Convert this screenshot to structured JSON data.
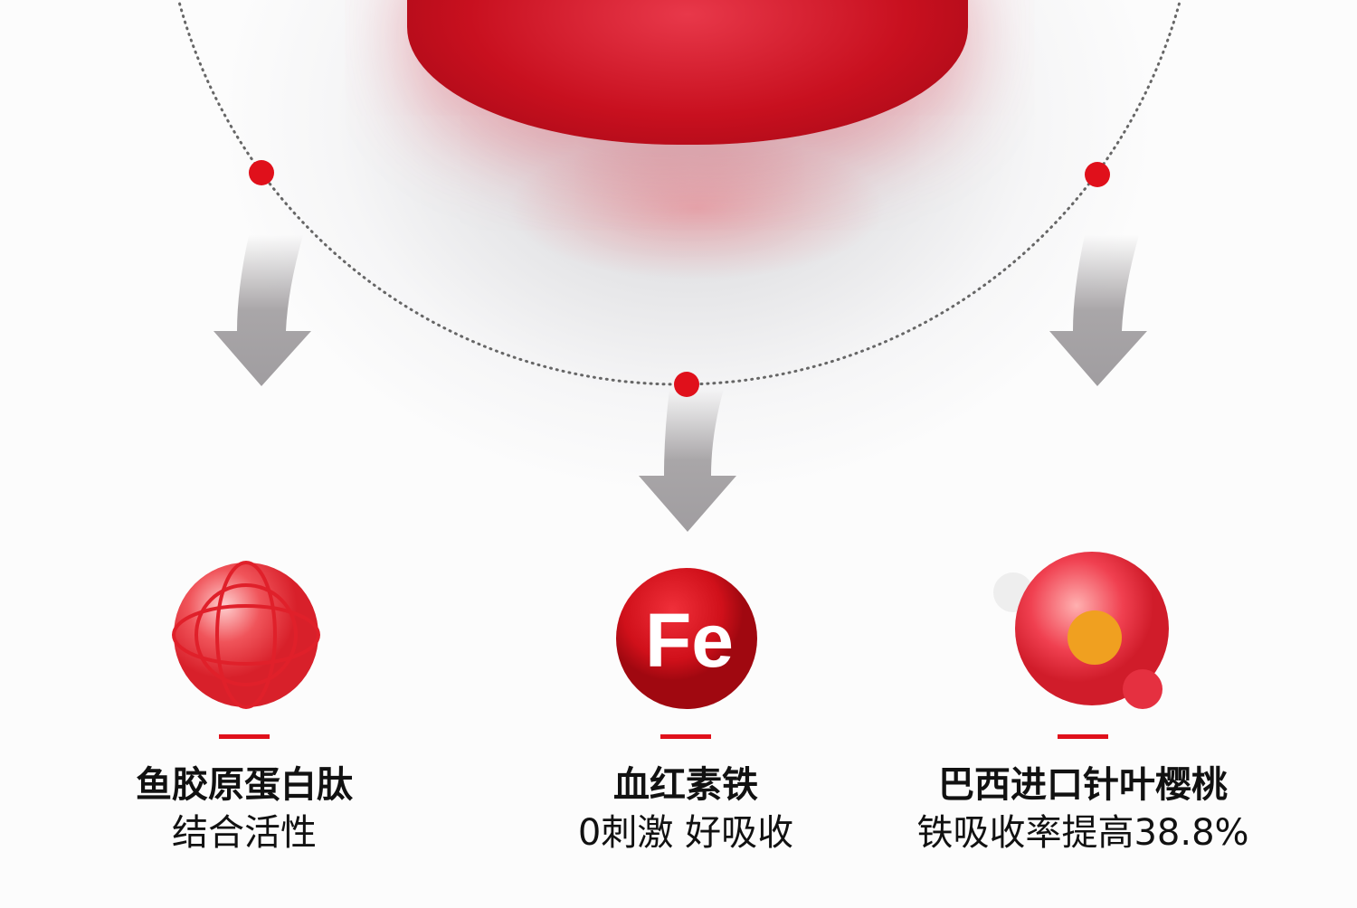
{
  "colors": {
    "accent": "#e0101b",
    "arc": "#666666",
    "arrow": "#a9a6a8"
  },
  "features": [
    {
      "icon": "collagen-molecule-icon",
      "title": "鱼胶原蛋白肽",
      "subtitle": "结合活性"
    },
    {
      "icon": "iron-fe-icon",
      "icon_text": "Fe",
      "title": "血红素铁",
      "subtitle": "0刺激 好吸收"
    },
    {
      "icon": "acerola-cherry-icon",
      "title": "巴西进口针叶樱桃",
      "subtitle": "铁吸收率提高38.8%"
    }
  ]
}
